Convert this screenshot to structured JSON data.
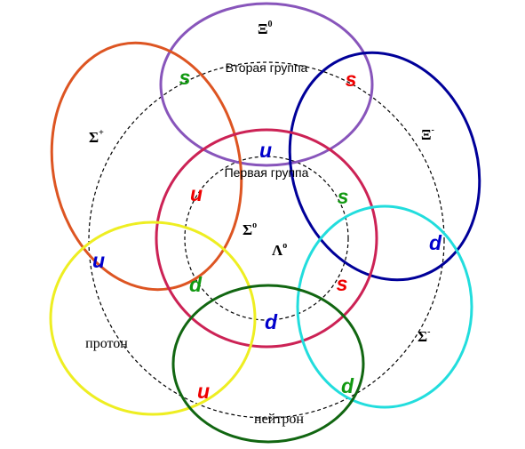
{
  "groups": {
    "first": "Первая  группа",
    "second": "Вторая группа"
  },
  "particles": {
    "xi0": {
      "base": "Ξ",
      "sup": "0"
    },
    "xi_minus": {
      "base": "Ξ",
      "sup": "-"
    },
    "sigma_plus": {
      "base": "Σ",
      "sup": "+"
    },
    "sigma_minus": {
      "base": "Σ",
      "sup": "-"
    },
    "sigma0": {
      "base": "Σ",
      "sup": "o"
    },
    "lambda0": {
      "base": "Λ",
      "sup": "o"
    },
    "proton": "протон",
    "neutron": "нейтрон"
  },
  "quarks": {
    "xi0_s": "s",
    "xi_minus_s": "s",
    "center_u": "u",
    "center_u_left": "u",
    "center_s": "s",
    "center_d_left": "d",
    "center_s_right": "s",
    "center_d": "d",
    "proton_u": "u",
    "xi_minus_d": "d",
    "neutron_u": "u",
    "sigma_minus_d": "d"
  },
  "colors": {
    "up": "#0000cc",
    "strange_red": "#ee0000",
    "strange_green": "#119911",
    "down": "#0000cc",
    "down_green": "#119911",
    "xi0_ring": "#8855bb",
    "xi_minus_ring": "#000099",
    "sigma_plus_ring": "#dd5522",
    "sigma_minus_ring": "#22dddd",
    "proton_ring": "#eeee22",
    "neutron_ring": "#116611",
    "center_ring": "#cc2255",
    "group_circles": "#000000"
  }
}
